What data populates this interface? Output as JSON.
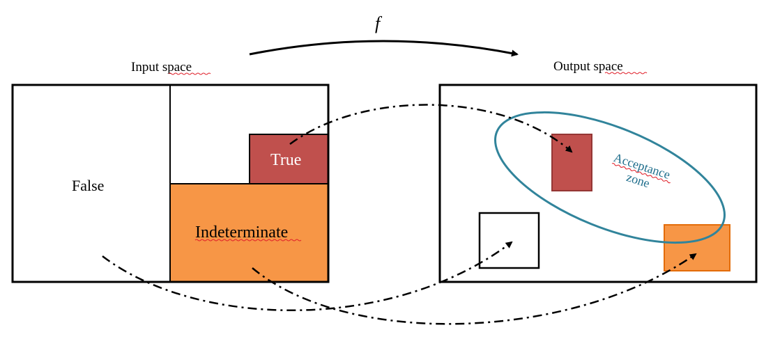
{
  "function_label": "f",
  "input_space": {
    "title": "Input space",
    "regions": {
      "false": "False",
      "true": "True",
      "indeterminate": "Indeterminate"
    }
  },
  "output_space": {
    "title": "Output space",
    "acceptance_zone": {
      "line1": "Acceptance",
      "line2": "zone"
    }
  },
  "colors": {
    "true_fill": "#c0504d",
    "indeterminate_fill": "#f79646",
    "acceptance_ellipse": "#31849b",
    "outline": "#000000"
  }
}
